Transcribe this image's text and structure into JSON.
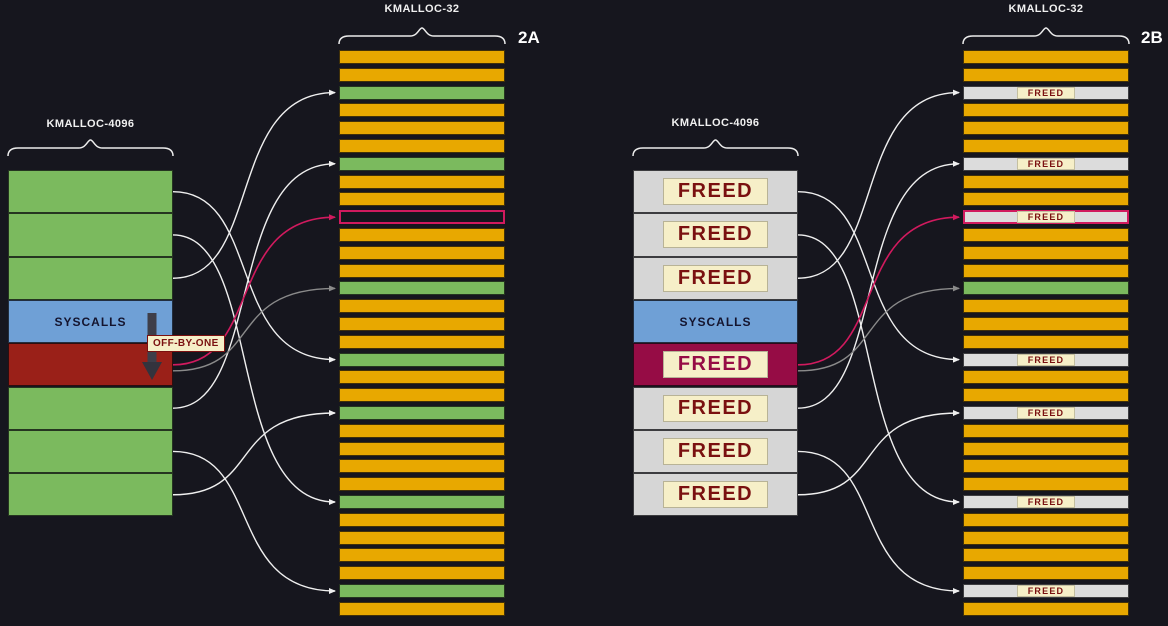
{
  "titles": {
    "left_slab": "KMALLOC-4096",
    "left_fine": "KMALLOC-32",
    "right_slab": "KMALLOC-4096",
    "right_fine": "KMALLOC-32"
  },
  "panel_labels": {
    "a": "2A",
    "b": "2B"
  },
  "syscalls_label": "SYSCALLS",
  "off_by_one_label": "OFF-BY-ONE",
  "freed_label": "FREED",
  "colors": {
    "background": "#16161E",
    "chunk_orange": "#E8A800",
    "object_green": "#7BBA5E",
    "syscalls_blue": "#6FA0D6",
    "overflow_red": "#9A2018",
    "freed_crimson": "#960C45",
    "target_outline": "#D11A5E",
    "freed_gray": "#D6D6D6",
    "freed_chip_bg": "#F6EFC8",
    "freed_text": "#7A1010",
    "arrow_white": "#EFEFEF",
    "arrow_gray": "#8A8A8A"
  },
  "left_column_rows": [
    "green",
    "green",
    "green",
    "syscalls",
    "overflow",
    "green",
    "green",
    "green"
  ],
  "right_column_rows": [
    "freed",
    "freed",
    "freed",
    "syscalls",
    "freed-corrupt",
    "freed",
    "freed",
    "freed"
  ],
  "slab_2a_rows": [
    "orange",
    "orange",
    "green",
    "orange",
    "orange",
    "orange",
    "green",
    "orange",
    "orange",
    "target",
    "orange",
    "orange",
    "orange",
    "green",
    "orange",
    "orange",
    "orange",
    "green",
    "orange",
    "orange",
    "green",
    "orange",
    "orange",
    "orange",
    "orange",
    "green",
    "orange",
    "orange",
    "orange",
    "orange",
    "green",
    "orange"
  ],
  "slab_2b_rows": [
    "orange",
    "orange",
    "freed",
    "orange",
    "orange",
    "orange",
    "freed",
    "orange",
    "orange",
    "target-freed",
    "orange",
    "orange",
    "orange",
    "green",
    "orange",
    "orange",
    "orange",
    "freed",
    "orange",
    "orange",
    "freed",
    "orange",
    "orange",
    "orange",
    "orange",
    "freed",
    "orange",
    "orange",
    "orange",
    "orange",
    "freed",
    "orange"
  ],
  "arrows": {
    "white_pairs": [
      [
        0,
        17
      ],
      [
        1,
        25
      ],
      [
        2,
        2
      ],
      [
        5,
        6
      ],
      [
        6,
        30
      ],
      [
        7,
        20
      ]
    ],
    "crimson": [
      4,
      9
    ],
    "gray": [
      4,
      13
    ]
  }
}
